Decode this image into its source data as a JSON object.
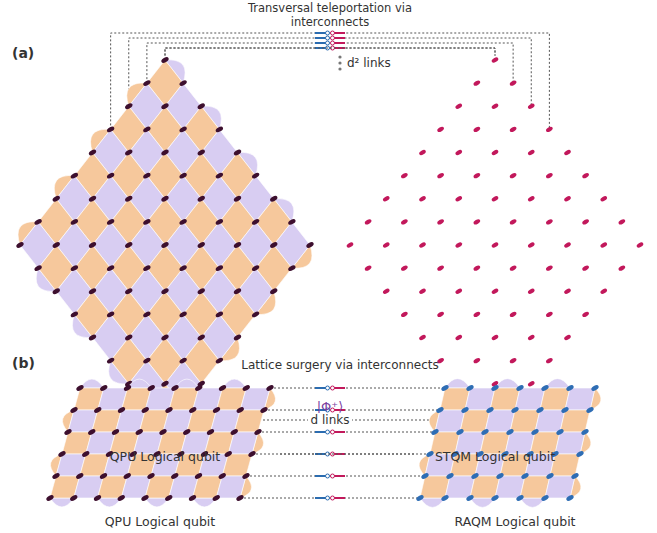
{
  "diagram": {
    "nodes": [
      {
        "text": [
          "QPU Logical qubit"
        ]
      },
      {
        "text": [
          "STQM Logical qubit"
        ]
      },
      {
        "text": [
          "QPU Logical qubit"
        ]
      },
      {
        "text": [
          "RAQM Logical qubit"
        ]
      }
    ],
    "edges": [
      {
        "from": 0,
        "to": 1,
        "arrow": "none"
      },
      {
        "from": 2,
        "to": 3,
        "arrow": "none"
      }
    ],
    "labels": [
      "(a)",
      "Transversal teleportation via interconnects",
      "d² links",
      "|Φ⁺⟩",
      "(b)",
      "Lattice surgery via interconnects",
      "d links"
    ]
  }
}
